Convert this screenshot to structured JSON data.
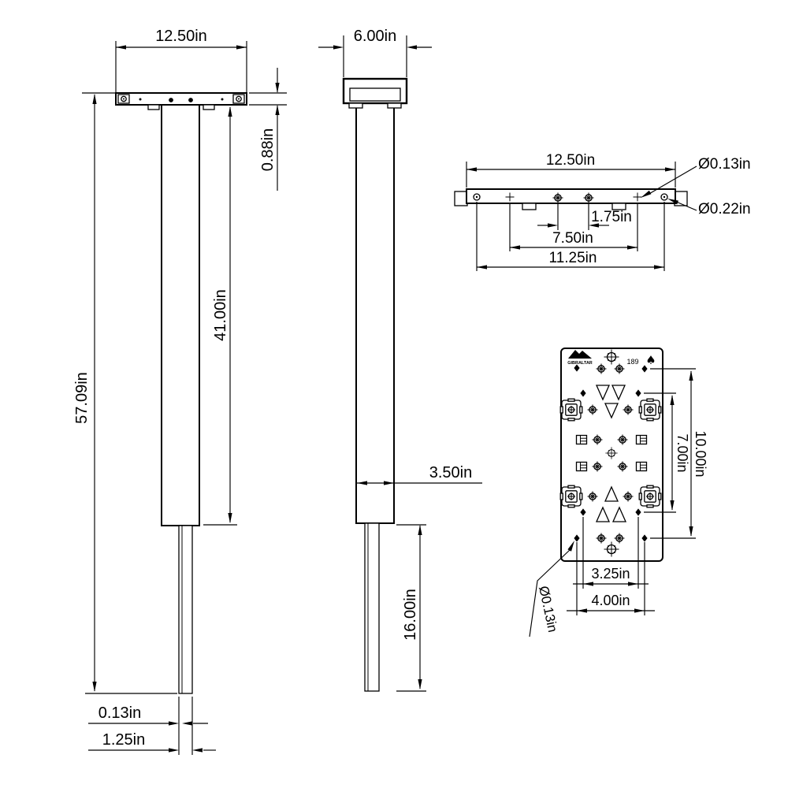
{
  "front_view": {
    "width": "12.50in",
    "plate_thickness": "0.88in",
    "upper_pole_length": "41.00in",
    "total_height": "57.09in",
    "wall_thickness": "0.13in",
    "anchor_tube_width": "1.25in"
  },
  "side_view": {
    "depth": "6.00in",
    "pole_width": "3.50in",
    "anchor_tube_length": "16.00in"
  },
  "plate_edge_view": {
    "width": "12.50in",
    "small_hole_dia": "Ø0.13in",
    "large_hole_dia": "Ø0.22in",
    "center_hole_spacing": "1.75in",
    "mid_hole_spacing": "7.50in",
    "outer_hole_spacing": "11.25in"
  },
  "plate_top_view": {
    "brand": "GIBRALTAR",
    "part_number": "189",
    "inner_hole_spacing_v": "7.00in",
    "outer_hole_spacing_v": "10.00in",
    "inner_hole_spacing_h": "3.25in",
    "outer_hole_spacing_h": "4.00in",
    "hole_dia": "Ø0.13in",
    "spade_icon": "♠"
  }
}
